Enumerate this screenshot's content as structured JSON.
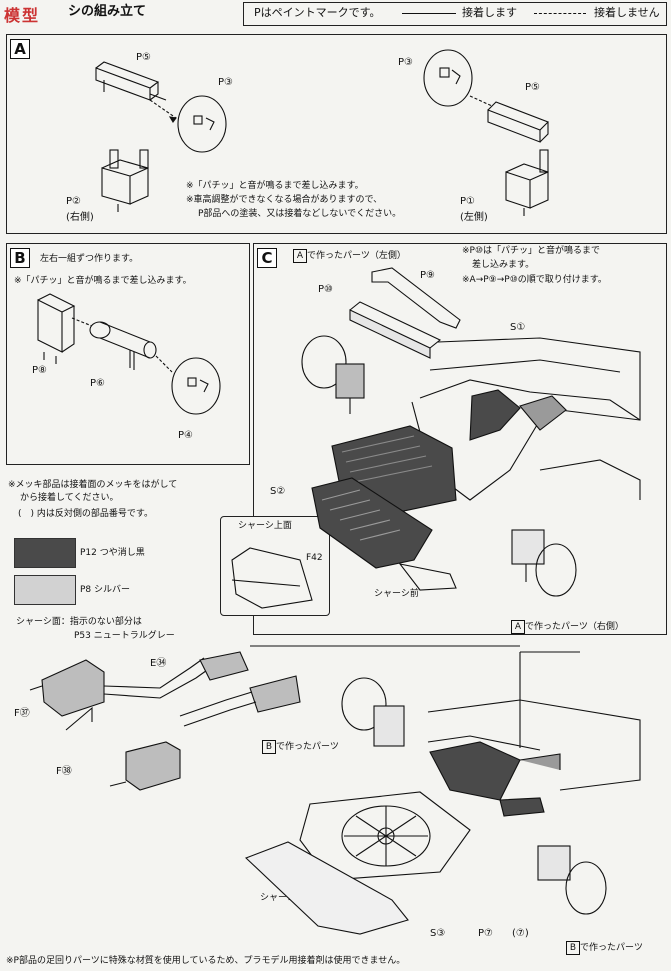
{
  "header": {
    "logo_text": "模型",
    "title": "シの組み立て",
    "legend_paint": "Pはペイントマークです。",
    "legend_glue": "接着します",
    "legend_noglue": "接着しません"
  },
  "sectionA": {
    "label": "A",
    "p5": "P⑤",
    "p3": "P③",
    "p2": "P②",
    "p2_side": "(右側)",
    "p3b": "P③",
    "p5b": "P⑤",
    "p1": "P①",
    "p1_side": "(左側)",
    "note1": "※「パチッ」と音が鳴るまで差し込みます。",
    "note2": "※車高調整ができなくなる場合がありますので、",
    "note3": "P部品への塗装、又は接着などしないでください。"
  },
  "sectionB": {
    "label": "B",
    "note1": "左右一組ずつ作ります。",
    "note2": "※「パチッ」と音が鳴るまで差し込みます。",
    "p8": "P⑧",
    "p6": "P⑥",
    "p4": "P④"
  },
  "sectionC": {
    "label": "C",
    "made_left": "で作ったパーツ（左側）",
    "made_left_ref": "A",
    "note1": "※P⑩は「パチッ」と音が鳴るまで",
    "note1b": "差し込みます。",
    "note2": "※A→P⑨→P⑩の順で取り付けます。",
    "p9": "P⑨",
    "p10": "P⑩",
    "s1": "S①",
    "s2": "S②",
    "chassis_front": "シャーシ前",
    "inset_title": "シャーシ上面",
    "f42": "F42",
    "made_right_ref": "A",
    "made_right": "で作ったパーツ（右側）"
  },
  "notes": {
    "line1": "※メッキ部品は接着面のメッキをはがして",
    "line2": "から接着してください。",
    "line3": "(　) 内は反対側の部品番号です。",
    "swatch1": "P12 つや消し黒",
    "swatch2": "P8 シルバー",
    "line4": "シャーシ面：指示のない部分は",
    "line5": "P53 ニュートラルグレー"
  },
  "bottom": {
    "e34": "E㉞",
    "f37": "F㊲",
    "f38": "F㊳",
    "made_b_ref": "B",
    "made_b": "で作ったパーツ",
    "chassis_rear": "シャーシ後",
    "s3": "S③",
    "p7": "P⑦",
    "p7_alt": "(⑦)",
    "made_b2_ref": "B",
    "made_b2": "で作ったパーツ"
  },
  "footer": {
    "text": "※P部品の足回りパーツに特殊な材質を使用しているため、プラモデル用接着剤は使用できません。"
  },
  "colors": {
    "matte_black": "#4a4a4a",
    "silver": "#d2d2d2"
  }
}
